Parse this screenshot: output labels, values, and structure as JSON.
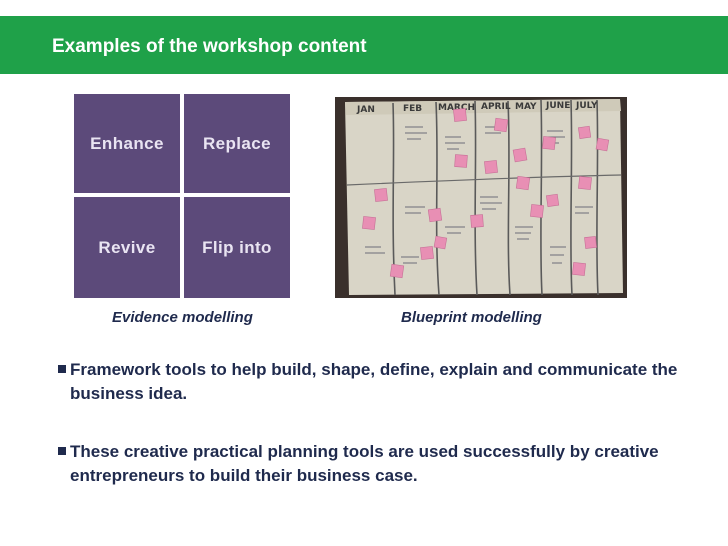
{
  "header": {
    "title": "Examples of the workshop content"
  },
  "evidence_grid": {
    "cells": [
      "Enhance",
      "Replace",
      "Revive",
      "Flip into"
    ],
    "caption": "Evidence modelling"
  },
  "blueprint": {
    "months": [
      "JAN",
      "FEB",
      "MARCH",
      "APRIL",
      "MAY",
      "JUNE",
      "JULY"
    ],
    "caption": "Blueprint modelling"
  },
  "bullets": [
    "Framework tools to help build, shape, define, explain and communicate the business idea.",
    "These creative practical planning tools are used successfully by creative entrepreneurs to build their business case."
  ],
  "colors": {
    "header_bg": "#1fa149",
    "grid_cell": "#5c4a7a",
    "text": "#1f2a4d",
    "sticky_note": "#e88fb4"
  }
}
